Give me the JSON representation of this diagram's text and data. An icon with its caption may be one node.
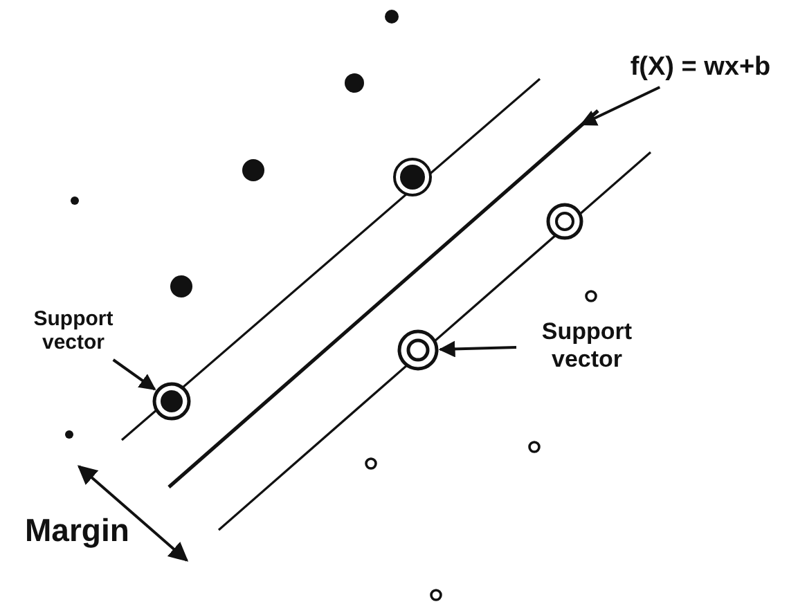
{
  "diagram": {
    "nodes": [
      {
        "text": [
          "Support vector"
        ]
      },
      {
        "text": [],
        "shape": "circle"
      },
      {
        "text": [
          "Support vector"
        ]
      },
      {
        "text": [],
        "shape": "circle"
      },
      {
        "text": [
          "f(X) = wx+b"
        ]
      }
    ],
    "edges": [
      {
        "from": 0,
        "to": 1,
        "arrow": "to"
      },
      {
        "from": 2,
        "to": 3,
        "arrow": "to"
      },
      {
        "from": 4,
        "to": null,
        "arrow": "to"
      }
    ],
    "labels": [
      "Margin"
    ]
  }
}
